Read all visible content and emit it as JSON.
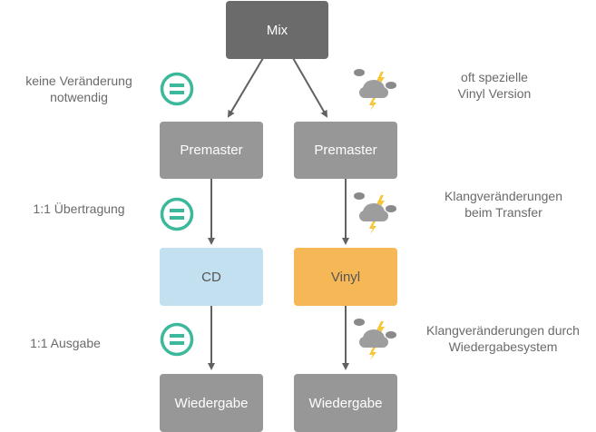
{
  "nodes": {
    "mix": "Mix",
    "premaster_left": "Premaster",
    "premaster_right": "Premaster",
    "cd": "CD",
    "vinyl": "Vinyl",
    "playback_left": "Wiedergabe",
    "playback_right": "Wiedergabe"
  },
  "notes": {
    "left": [
      {
        "line1": "keine Veränderung",
        "line2": "notwendig",
        "icon": "equals-icon"
      },
      {
        "line1": "1:1 Übertragung",
        "line2": "",
        "icon": "equals-icon"
      },
      {
        "line1": "1:1 Ausgabe",
        "line2": "",
        "icon": "equals-icon"
      }
    ],
    "right": [
      {
        "line1": "oft spezielle",
        "line2": "Vinyl Version",
        "icon": "thunderstorm-icon"
      },
      {
        "line1": "Klangveränderungen",
        "line2": "beim Transfer",
        "icon": "thunderstorm-icon"
      },
      {
        "line1": "Klangveränderungen durch",
        "line2": "Wiedergabesystem",
        "icon": "thunderstorm-icon"
      }
    ]
  },
  "colors": {
    "mix": "#6b6b6b",
    "grey_node": "#979797",
    "cd": "#c2e0ef",
    "vinyl": "#f6b856",
    "equals": "#3cb89a",
    "arrow": "#616161"
  }
}
